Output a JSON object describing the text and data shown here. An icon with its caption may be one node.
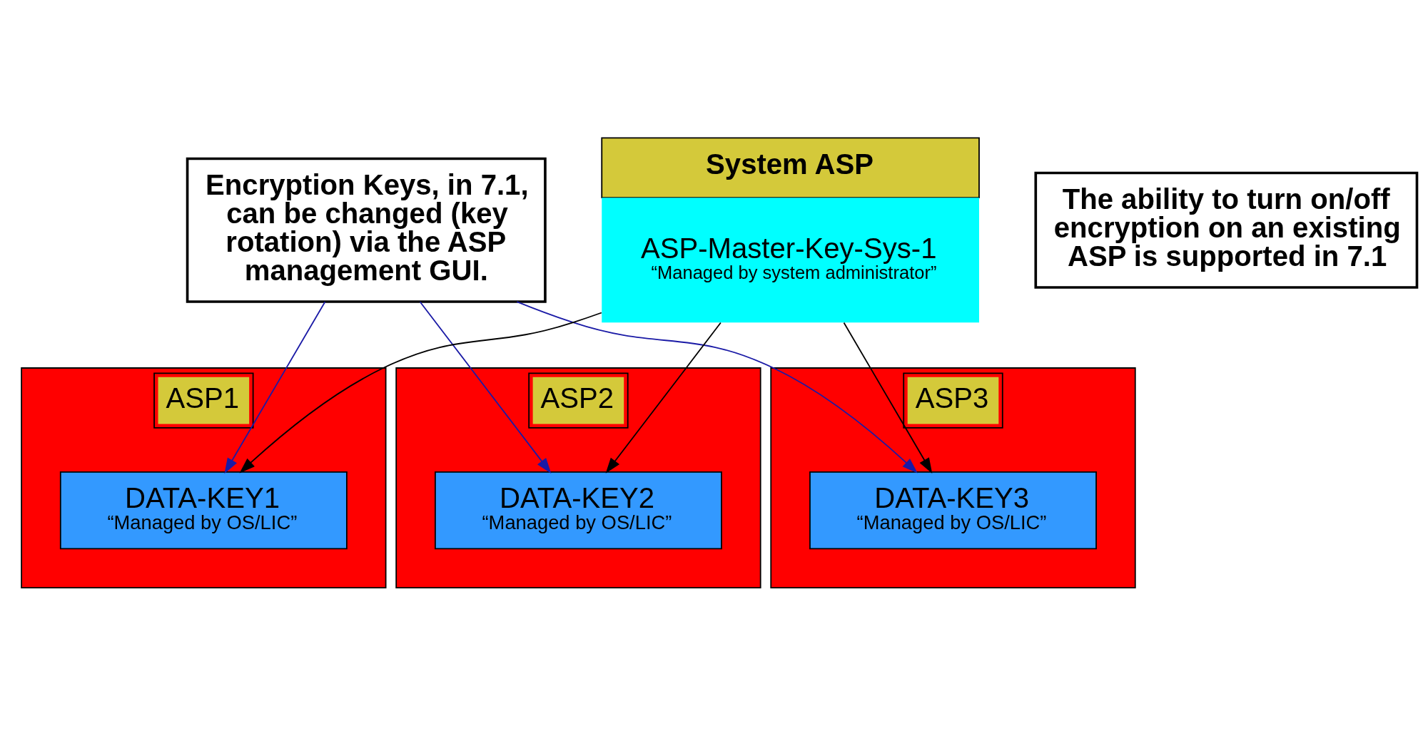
{
  "diagram": {
    "nodes": [
      {
        "text": [
          "Encryption Keys, in 7.1, can be changed (key rotation) via the ASP management GUI."
        ]
      },
      {
        "text": [
          "System ASP",
          "ASP-Master-Key-Sys-1",
          "“Managed by system administrator”"
        ]
      },
      {
        "text": [
          "The ability to turn on/off encryption on an existing ASP is supported in 7.1"
        ]
      },
      {
        "text": [
          "ASP1"
        ]
      },
      {
        "text": [
          "DATA-KEY1",
          "“Managed by OS/LIC”"
        ],
        "in": 3
      },
      {
        "text": [
          "ASP2"
        ]
      },
      {
        "text": [
          "DATA-KEY2",
          "“Managed by OS/LIC”"
        ],
        "in": 5
      },
      {
        "text": [
          "ASP3"
        ]
      },
      {
        "text": [
          "DATA-KEY3",
          "“Managed by OS/LIC”"
        ],
        "in": 7
      }
    ],
    "edges": [
      {
        "from": 0,
        "to": 4,
        "arrow": "to",
        "color": "#1a1aa6"
      },
      {
        "from": 0,
        "to": 6,
        "arrow": "to",
        "color": "#1a1aa6"
      },
      {
        "from": 0,
        "to": 8,
        "arrow": "to",
        "color": "#1a1aa6"
      },
      {
        "from": 1,
        "to": 4,
        "arrow": "to",
        "color": "#000000"
      },
      {
        "from": 1,
        "to": 6,
        "arrow": "to",
        "color": "#000000"
      },
      {
        "from": 1,
        "to": 8,
        "arrow": "to",
        "color": "#000000"
      }
    ]
  }
}
